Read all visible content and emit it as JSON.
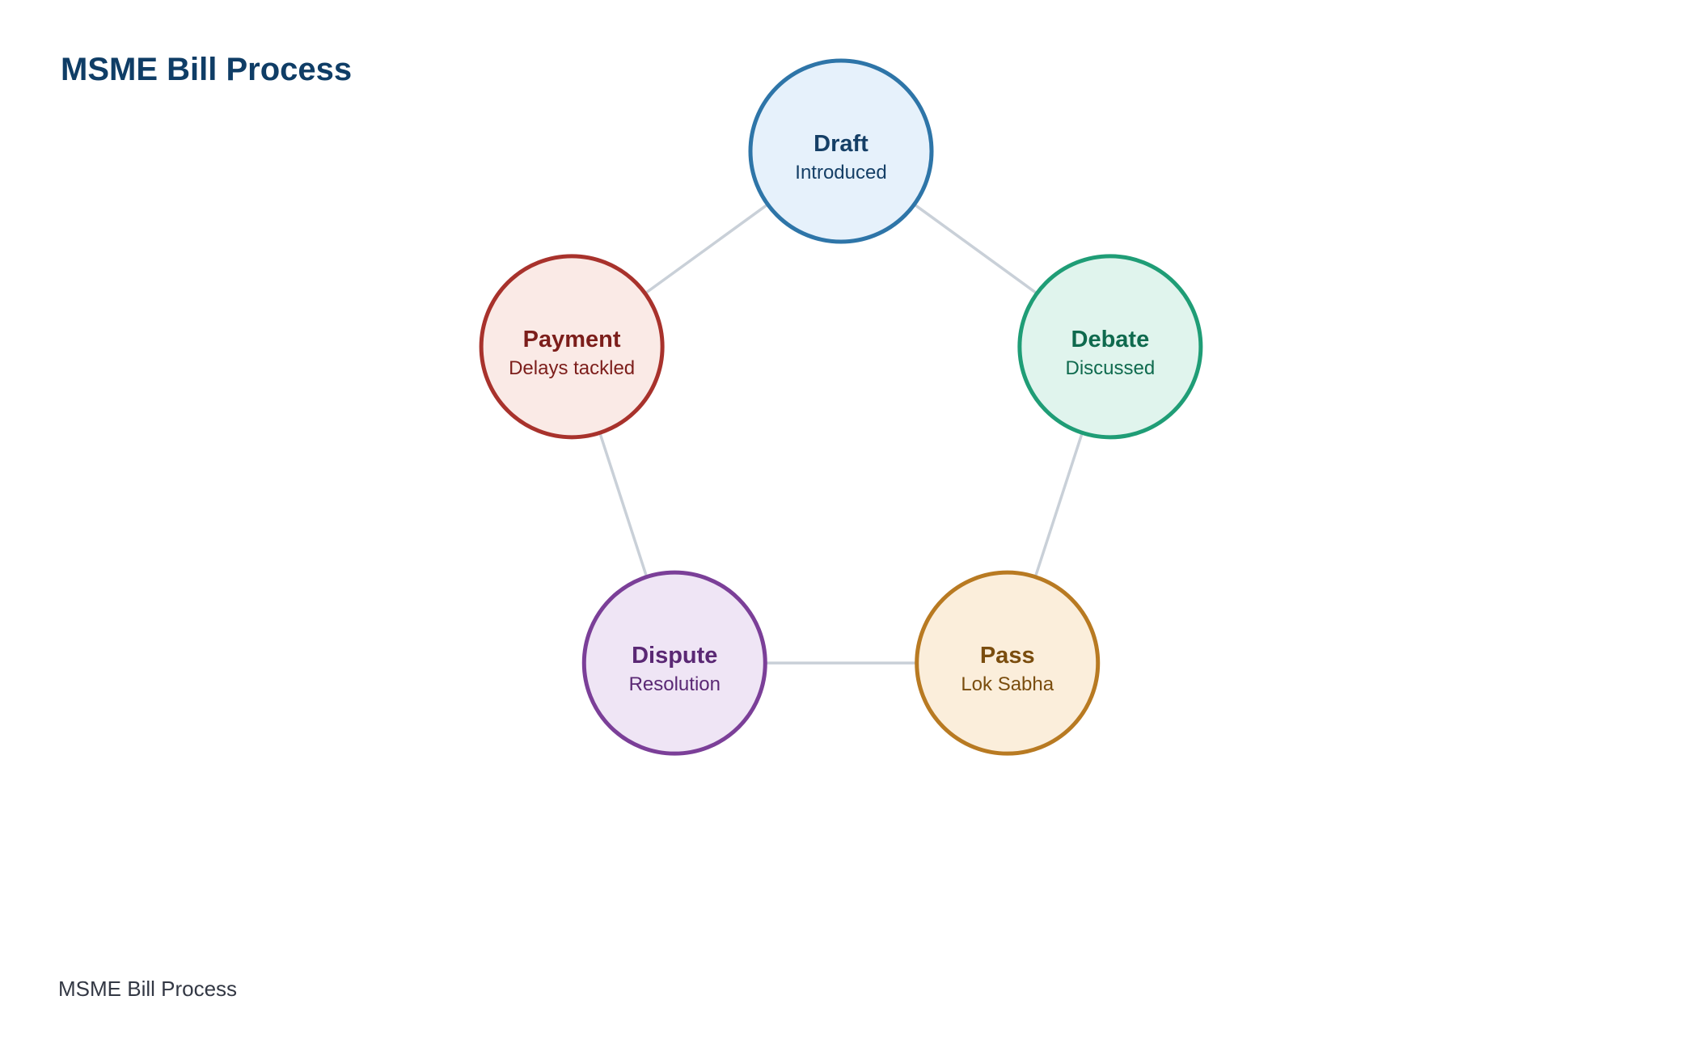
{
  "title": "MSME Bill Process",
  "caption": "MSME Bill Process",
  "nodes": [
    {
      "id": "draft",
      "label": "Draft",
      "sublabel": "Introduced",
      "stroke": "#2e75a8",
      "fill": "#e6f1fb",
      "text": "#153f66"
    },
    {
      "id": "debate",
      "label": "Debate",
      "sublabel": "Discussed",
      "stroke": "#1f9d76",
      "fill": "#e0f4ed",
      "text": "#0f6a4e"
    },
    {
      "id": "pass",
      "label": "Pass",
      "sublabel": "Lok Sabha",
      "stroke": "#b87a22",
      "fill": "#fbeedb",
      "text": "#7a4d0e"
    },
    {
      "id": "dispute",
      "label": "Dispute",
      "sublabel": "Resolution",
      "stroke": "#7b3f98",
      "fill": "#efe5f5",
      "text": "#5a2874"
    },
    {
      "id": "payment",
      "label": "Payment",
      "sublabel": "Delays tackled",
      "stroke": "#a8322c",
      "fill": "#faeae6",
      "text": "#7c1e1b"
    }
  ],
  "edges": [
    [
      "draft",
      "debate"
    ],
    [
      "debate",
      "pass"
    ],
    [
      "pass",
      "dispute"
    ],
    [
      "dispute",
      "payment"
    ],
    [
      "payment",
      "draft"
    ]
  ]
}
